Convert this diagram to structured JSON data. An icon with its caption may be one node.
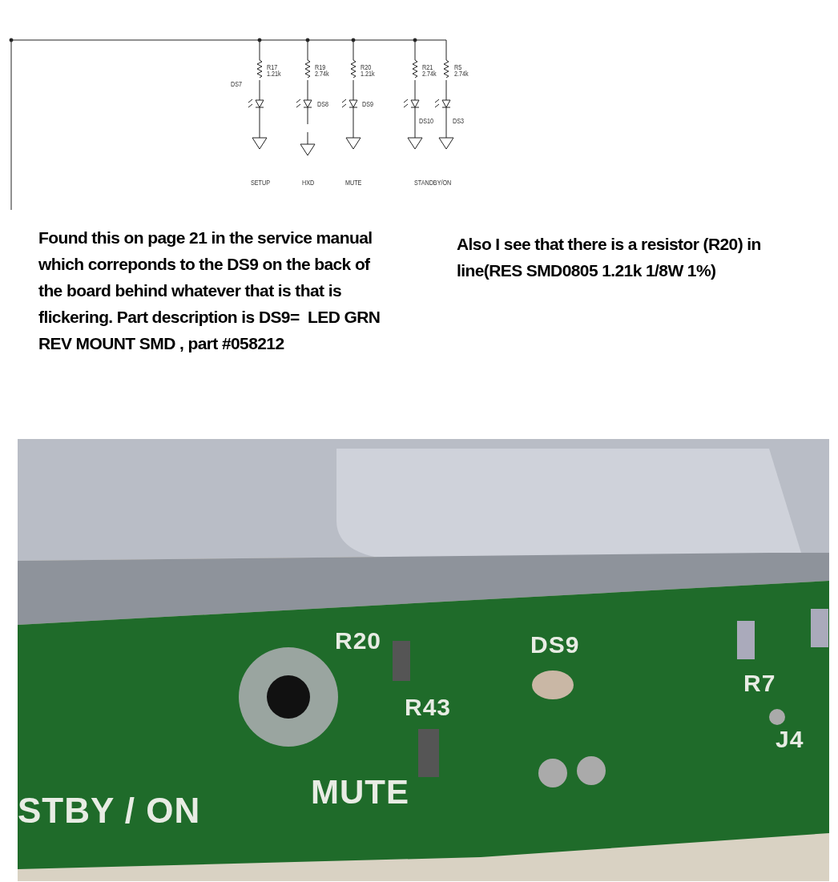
{
  "diagram": {
    "labels": [
      "R17",
      "1.21k",
      "DS7",
      "R19",
      "2.74k",
      "DS8",
      "R20",
      "1.21k",
      "DS9",
      "R21",
      "2.74k",
      "DS10",
      "R5",
      "2.74k",
      "DS3",
      "SETUP",
      "HXD",
      "MUTE",
      "STANDBY/ON",
      "Found this on page 21 in the service manual which correponds to the DS9 on the back of the board behind whatever that is that is flickering. Part description is DS9=  LED GRN REV MOUNT SMD , part #058212",
      "Also I see that there is a resistor (R20) in line(RES SMD0805 1.21k 1/8W 1%)",
      "R20",
      "DS9",
      "R43",
      "R7",
      "J4",
      "MUTE",
      "STBY / ON"
    ]
  }
}
